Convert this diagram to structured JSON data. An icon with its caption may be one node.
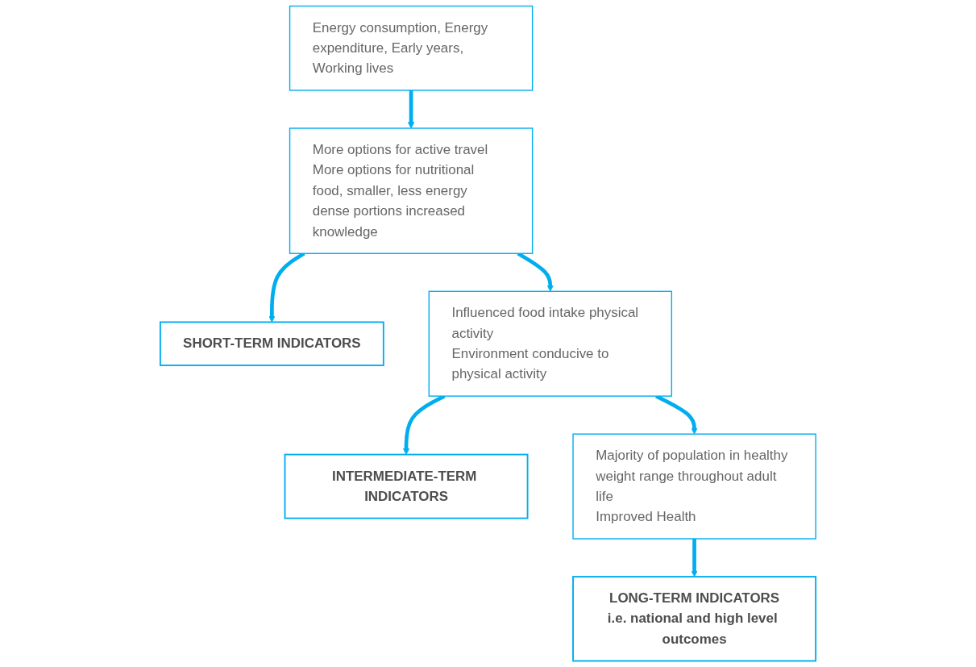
{
  "diagram": {
    "nodes": [
      {
        "text": [
          "Energy consumption, Energy expenditure, Early years, Working lives"
        ]
      },
      {
        "text": [
          "More options for active travel",
          "More options for nutritional food, smaller, less energy dense portions increased knowledge"
        ]
      },
      {
        "text": [
          "SHORT-TERM INDICATORS"
        ]
      },
      {
        "text": [
          "Influenced food intake physical activity",
          "Environment conducive to physical activity"
        ]
      },
      {
        "text": [
          "INTERMEDIATE-TERM INDICATORS"
        ]
      },
      {
        "text": [
          "Majority of population in healthy weight range throughout adult life",
          "Improved Health"
        ]
      },
      {
        "text": [
          "LONG-TERM INDICATORS",
          "i.e. national and high level outcomes"
        ]
      }
    ],
    "edges": [
      {
        "from": 0,
        "to": 1,
        "arrow": "to"
      },
      {
        "from": 1,
        "to": 2,
        "arrow": "to"
      },
      {
        "from": 1,
        "to": 3,
        "arrow": "to"
      },
      {
        "from": 3,
        "to": 4,
        "arrow": "to"
      },
      {
        "from": 3,
        "to": 5,
        "arrow": "to"
      },
      {
        "from": 5,
        "to": 6,
        "arrow": "to"
      }
    ]
  }
}
